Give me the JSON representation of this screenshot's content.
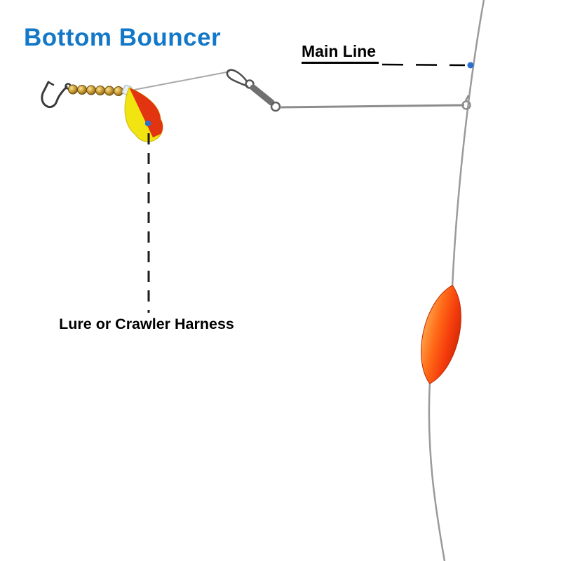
{
  "page": {
    "background": "#ffffff"
  },
  "title": {
    "text": "Bottom Bouncer",
    "color": "#1478c8"
  },
  "annotations": {
    "main_line": {
      "label": "Main Line",
      "pointer_style": "dashed",
      "pointer_dot_color": "#2b6fd3"
    },
    "harness": {
      "label": "Lure or Crawler Harness",
      "pointer_style": "dashed",
      "pointer_dot_color": "#2b6fd3"
    }
  },
  "diagram": {
    "parts": [
      {
        "name": "main-line",
        "color": "#9a9a9a"
      },
      {
        "name": "wire-arm",
        "color": "#8c8c8c"
      },
      {
        "name": "snap-swivel",
        "color": "#5a5a5a"
      },
      {
        "name": "leader-line",
        "color": "#a0a0a0"
      },
      {
        "name": "hook",
        "color": "#3a3a3a"
      },
      {
        "name": "beads",
        "count": 6,
        "color": "#c9972b"
      },
      {
        "name": "spinner-blade",
        "colors": [
          "#f2e410",
          "#e23410"
        ]
      },
      {
        "name": "bottom-bouncer-weight",
        "color": "#f43b0c"
      }
    ]
  }
}
